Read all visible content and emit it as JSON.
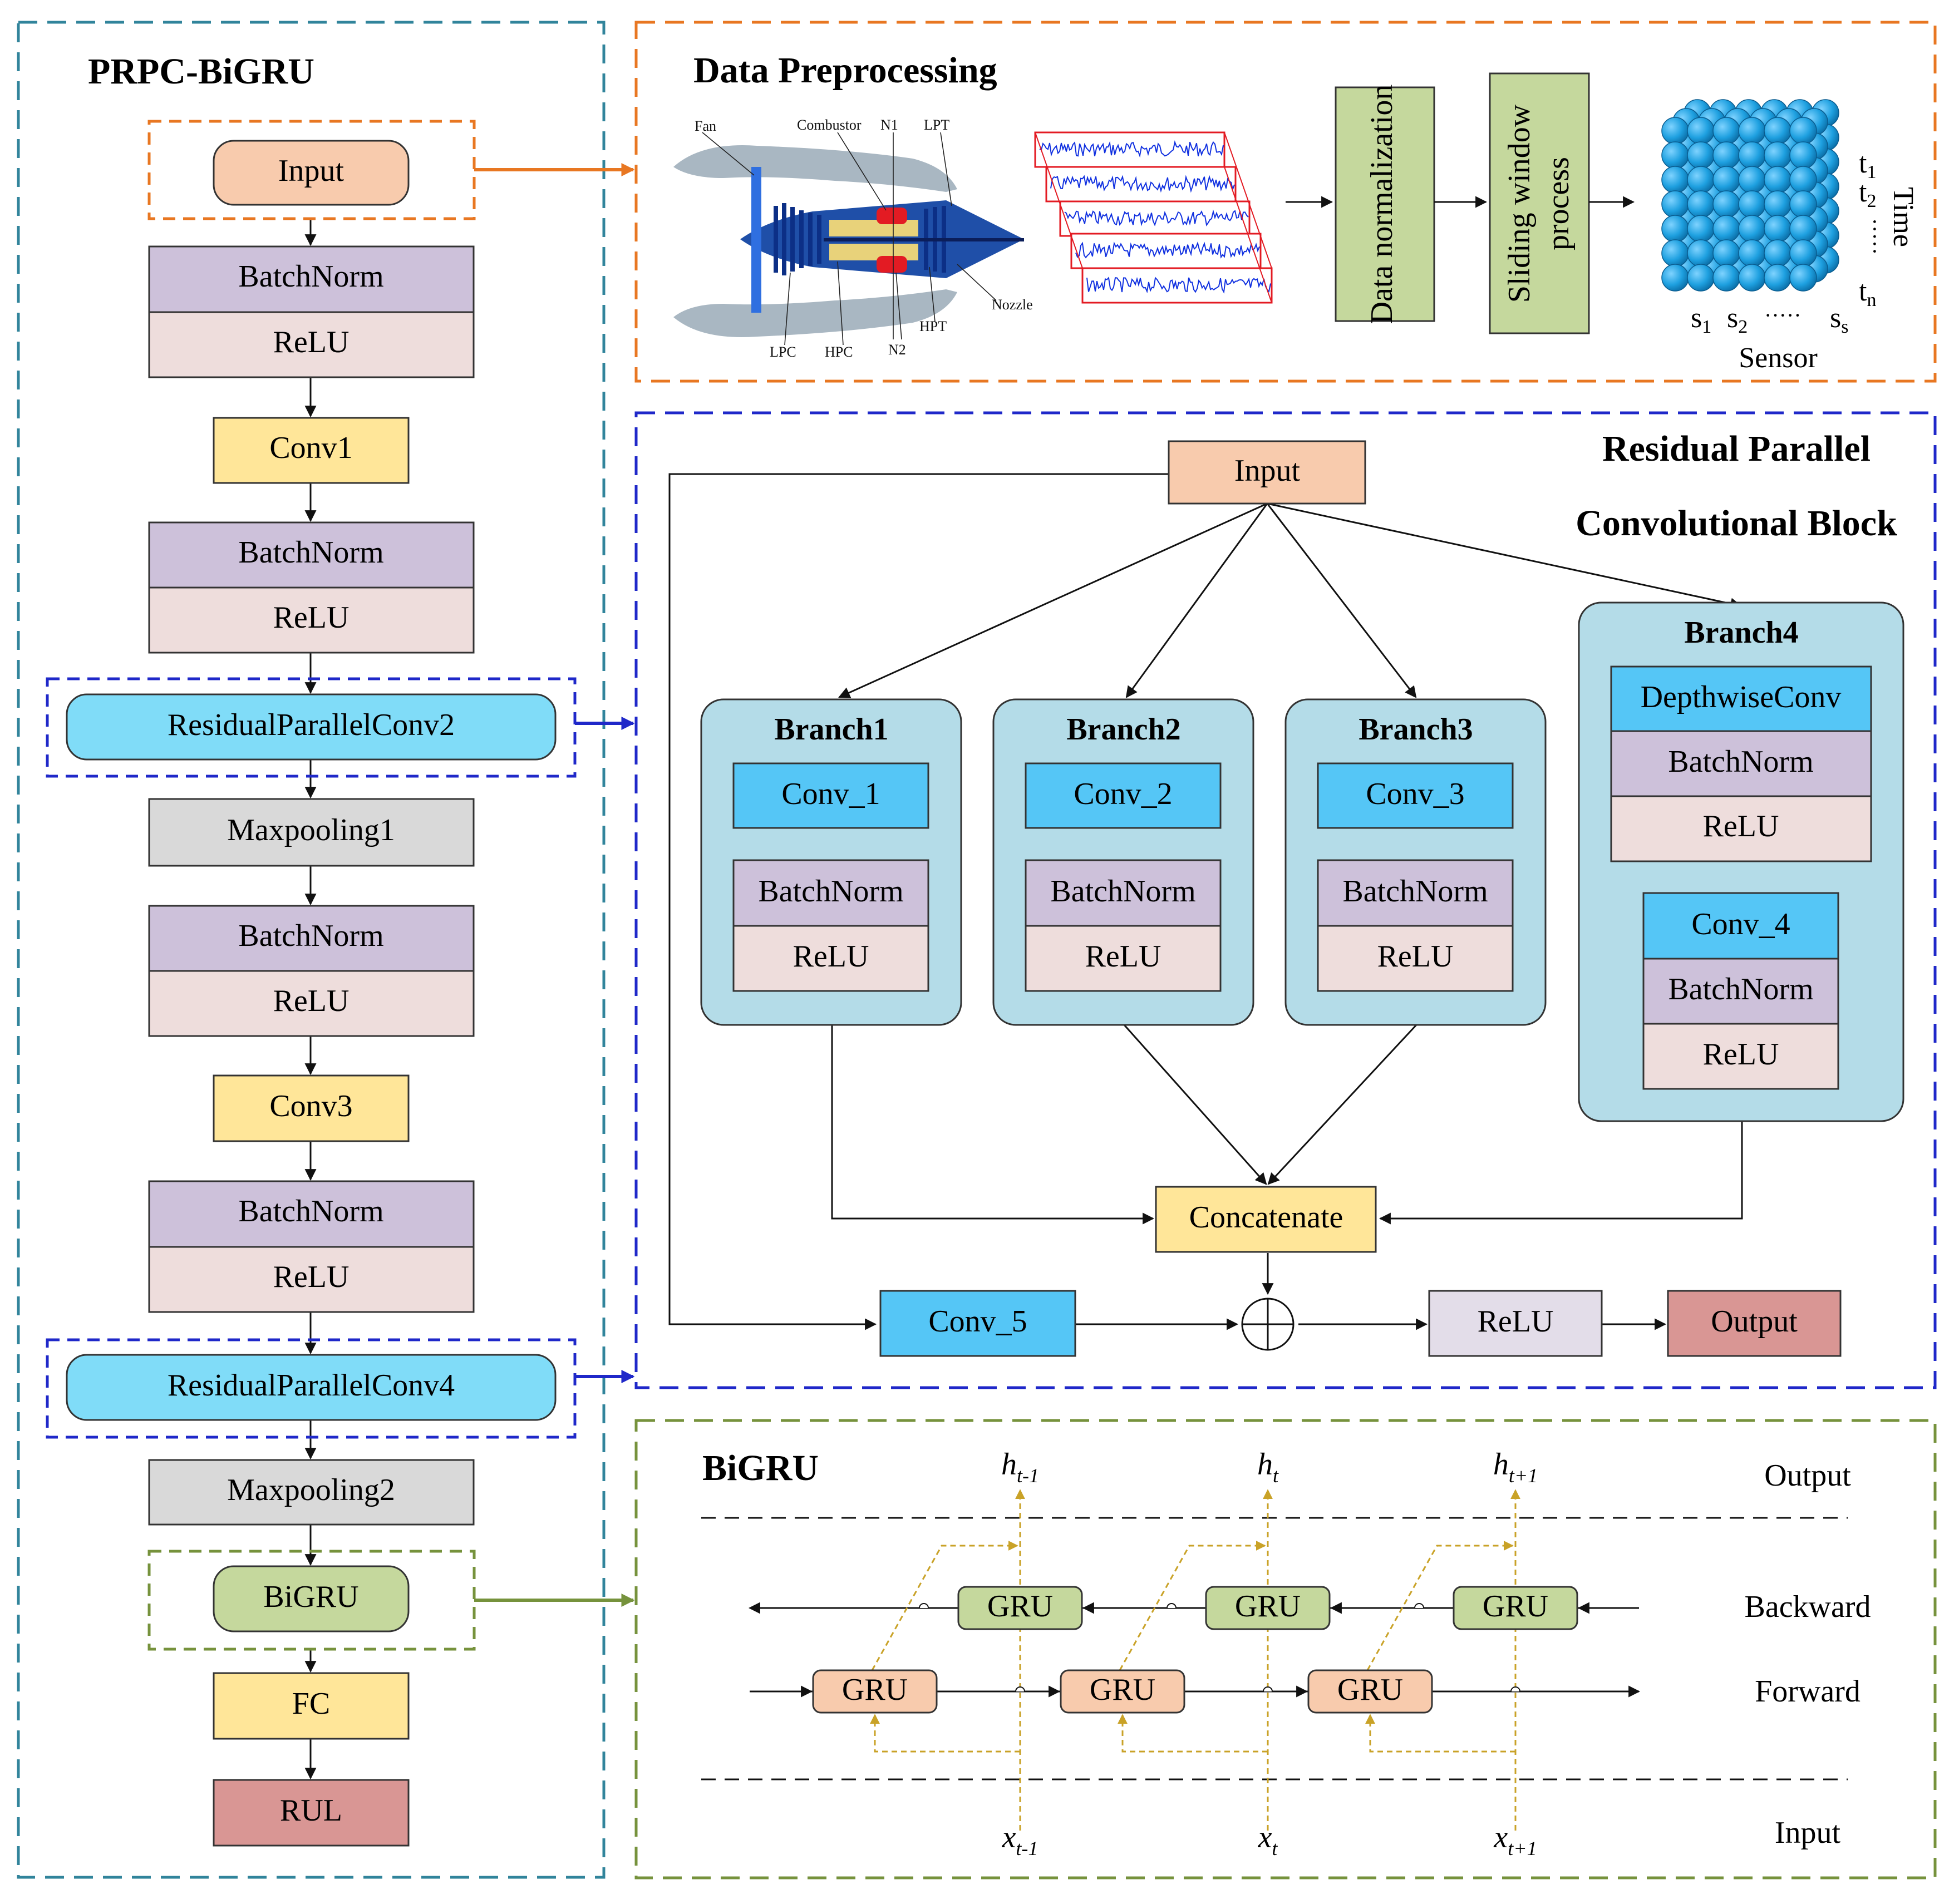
{
  "main_panel": {
    "title": "PRPC-BiGRU",
    "blocks": {
      "input": "Input",
      "bn1": "BatchNorm",
      "relu1": "ReLU",
      "conv1": "Conv1",
      "bn2": "BatchNorm",
      "relu2": "ReLU",
      "rpc2": "ResidualParallelConv2",
      "maxpool1": "Maxpooling1",
      "bn3": "BatchNorm",
      "relu3": "ReLU",
      "conv3": "Conv3",
      "bn4": "BatchNorm",
      "relu4": "ReLU",
      "rpc4": "ResidualParallelConv4",
      "maxpool2": "Maxpooling2",
      "bigru": "BiGRU",
      "fc": "FC",
      "rul": "RUL"
    }
  },
  "preprocessing": {
    "title": "Data Preprocessing",
    "engine_labels": {
      "fan": "Fan",
      "combustor": "Combustor",
      "n1": "N1",
      "lpt": "LPT",
      "nozzle": "Nozzle",
      "hpt": "HPT",
      "lpc": "LPC",
      "hpc": "HPC",
      "n2": "N2"
    },
    "normalization": "Data normalization",
    "sliding_line1": "Sliding window",
    "sliding_line2": "process",
    "tensor": {
      "time_label": "Time",
      "sensor_label": "Sensor",
      "dots": "·····",
      "time_ticks": [
        {
          "base": "t",
          "sub": "1"
        },
        {
          "base": "t",
          "sub": "2"
        },
        {
          "base": "t",
          "sub": "n"
        }
      ],
      "sensor_ticks": [
        {
          "base": "s",
          "sub": "1"
        },
        {
          "base": "s",
          "sub": "2"
        },
        {
          "base": "s",
          "sub": "s"
        }
      ]
    }
  },
  "rpc_block": {
    "title_line1": "Residual Parallel",
    "title_line2": "Convolutional Block",
    "input": "Input",
    "branch1": {
      "title": "Branch1",
      "conv": "Conv_1",
      "bn": "BatchNorm",
      "relu": "ReLU"
    },
    "branch2": {
      "title": "Branch2",
      "conv": "Conv_2",
      "bn": "BatchNorm",
      "relu": "ReLU"
    },
    "branch3": {
      "title": "Branch3",
      "conv": "Conv_3",
      "bn": "BatchNorm",
      "relu": "ReLU"
    },
    "branch4": {
      "title": "Branch4",
      "dwconv": "DepthwiseConv",
      "bn1": "BatchNorm",
      "relu1": "ReLU",
      "conv": "Conv_4",
      "bn2": "BatchNorm",
      "relu2": "ReLU"
    },
    "concatenate": "Concatenate",
    "conv5": "Conv_5",
    "relu": "ReLU",
    "output": "Output"
  },
  "bigru": {
    "title": "BiGRU",
    "row_labels": {
      "output": "Output",
      "backward": "Backward",
      "forward": "Forward",
      "input": "Input"
    },
    "gru_label": "GRU",
    "outputs": [
      {
        "base": "h",
        "sub": "t-1"
      },
      {
        "base": "h",
        "sub": "t"
      },
      {
        "base": "h",
        "sub": "t+1"
      }
    ],
    "inputs": [
      {
        "base": "x",
        "sub": "t-1"
      },
      {
        "base": "x",
        "sub": "t"
      },
      {
        "base": "x",
        "sub": "t+1"
      }
    ]
  },
  "colors": {
    "input_orange": "#F8CBAD",
    "batchnorm_purple": "#CDC1DA",
    "relu_pink": "#EEDDDC",
    "conv_yellow": "#FFE699",
    "rpc_cyan": "#80DCF8",
    "conv_blue": "#55C6F6",
    "branch_bg": "#B4DCE8",
    "maxpool_gray": "#D9D9D9",
    "bigru_green": "#C5D89D",
    "rul_red": "#D99694",
    "relu_light": "#E3DDE9",
    "panel_teal": "#31849B",
    "panel_orange": "#E87722",
    "panel_blue": "#1F28C9",
    "panel_olive": "#76923C",
    "arrow_gold": "#C9A227",
    "tensor_blue": "#1EA0E0"
  }
}
